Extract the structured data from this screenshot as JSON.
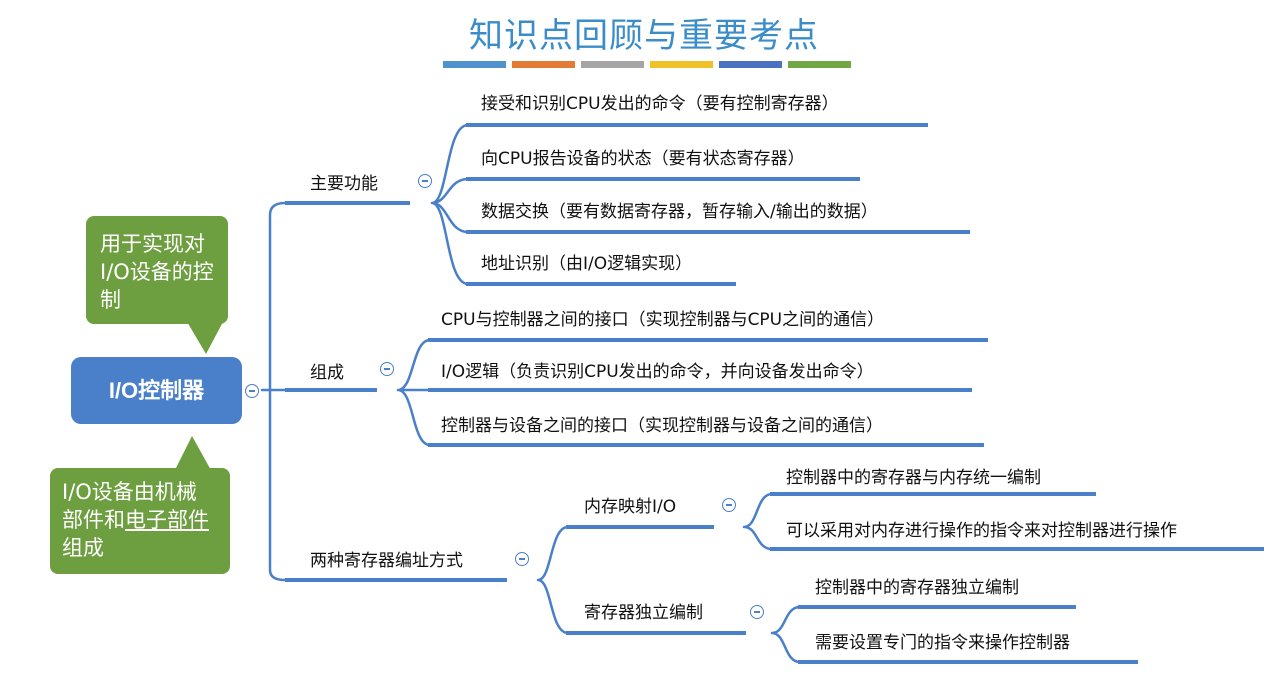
{
  "title": "知识点回顾与重要考点",
  "title_bar_colors": [
    "#4f92cc",
    "#e37b35",
    "#a5a5a5",
    "#f1c12a",
    "#4a72c0",
    "#6fa844"
  ],
  "colors": {
    "accent": "#4a7fc9",
    "callout": "#6d9e3f",
    "title": "#3a8dc8"
  },
  "root": {
    "label": "I/O控制器"
  },
  "callouts": {
    "top": {
      "text": "用于实现对I/O设备的控制"
    },
    "bottom": {
      "before": "I/O设备由机械部件和",
      "highlight": "电子部件",
      "after": "组成"
    }
  },
  "branches": {
    "main_function": {
      "label": "主要功能",
      "items": [
        "接受和识别CPU发出的命令（要有控制寄存器）",
        "向CPU报告设备的状态（要有状态寄存器）",
        "数据交换（要有数据寄存器，暂存输入/输出的数据）",
        "地址识别（由I/O逻辑实现）"
      ]
    },
    "composition": {
      "label": "组成",
      "items": [
        "CPU与控制器之间的接口（实现控制器与CPU之间的通信）",
        "I/O逻辑（负责识别CPU发出的命令，并向设备发出命令）",
        "控制器与设备之间的接口（实现控制器与设备之间的通信）"
      ]
    },
    "addressing": {
      "label": "两种寄存器编址方式",
      "memory_mapped": {
        "label": "内存映射I/O",
        "items": [
          "控制器中的寄存器与内存统一编制",
          "可以采用对内存进行操作的指令来对控制器进行操作"
        ]
      },
      "independent": {
        "label": "寄存器独立编制",
        "items": [
          "控制器中的寄存器独立编制",
          "需要设置专门的指令来操作控制器"
        ]
      }
    }
  }
}
